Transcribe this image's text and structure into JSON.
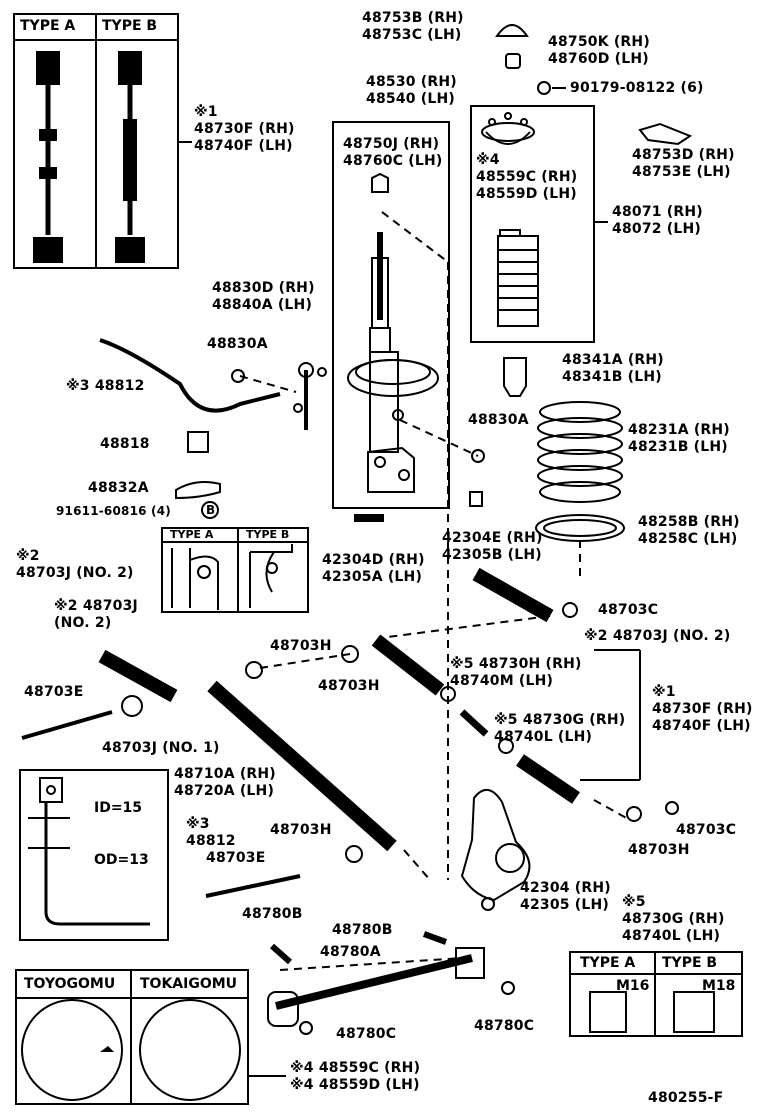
{
  "diagram_id": "480255-F",
  "type_boxes": {
    "top_left": {
      "type_a": "TYPE  A",
      "type_b": "TYPE  B"
    },
    "mid": {
      "type_a": "TYPE  A",
      "type_b": "TYPE  B"
    },
    "bottom_right": {
      "type_a": "TYPE  A",
      "type_b": "TYPE  B",
      "size_a": "M16",
      "size_b": "M18"
    }
  },
  "maker_box": {
    "left": "TOYOGOMU",
    "right": "TOKAIGOMU"
  },
  "dims": {
    "id": "ID=15",
    "od": "OD=13"
  },
  "labels": {
    "l01": "48753B (RH)\n48753C (LH)",
    "l02": "48750K (RH)\n48760D (LH)",
    "l03": "90179-08122 (6)",
    "l04": "48530 (RH)\n48540 (LH)",
    "l05": "48750J (RH)\n48760C (LH)",
    "l06": "※4\n48559C (RH)\n48559D (LH)",
    "l07": "48753D (RH)\n48753E (LH)",
    "l08": "48071 (RH)\n48072 (LH)",
    "l09": "※1\n48730F (RH)\n48740F (LH)",
    "l10": "48830D (RH)\n48840A (LH)",
    "l11": "48830A",
    "l12": "※3 48812",
    "l13": "48818",
    "l14": "48832A",
    "l15": "91611-60816 (4)",
    "l15b": "B",
    "l16": "48341A (RH)\n48341B (LH)",
    "l17": "48830A",
    "l18": "48231A (RH)\n48231B (LH)",
    "l19": "42304D (RH)\n42305A (LH)",
    "l20": "42304E (RH)\n42305B (LH)",
    "l21": "48258B (RH)\n48258C (LH)",
    "l22": "※2\n48703J (NO. 2)",
    "l23": "48703C",
    "l24": "※2 48703J\n(NO. 2)",
    "l25": "※2 48703J (NO. 2)",
    "l26": "48703H",
    "l27": "48703H",
    "l28": "※5 48730H (RH)\n48740M (LH)",
    "l29": "48703E",
    "l30": "※1\n48730F (RH)\n48740F (LH)",
    "l31": "※5 48730G (RH)\n48740L (LH)",
    "l32": "48703J (NO. 1)",
    "l33": "48710A (RH)\n48720A (LH)",
    "l34": "※3\n48812",
    "l35": "48703H",
    "l36": "48703E",
    "l37": "48703C",
    "l38": "48703H",
    "l39": "42304 (RH)\n42305 (LH)",
    "l40": "※5\n48730G (RH)\n48740L (LH)",
    "l41": "48780B",
    "l42": "48780B",
    "l43": "48780A",
    "l44": "48780C",
    "l45": "48780C",
    "l46": "※4 48559C (RH)\n※4 48559D (LH)"
  }
}
